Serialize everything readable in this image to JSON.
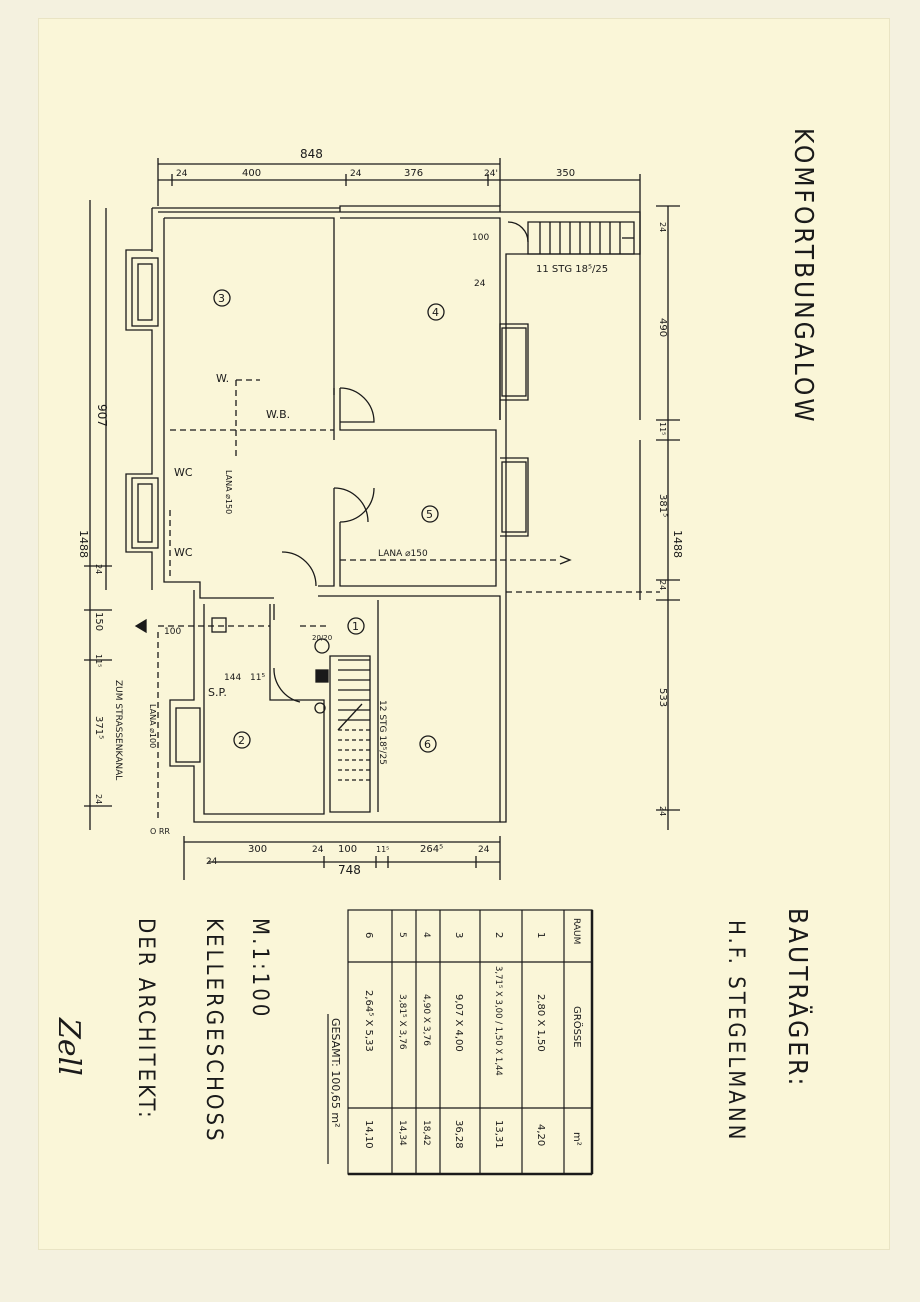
{
  "title": "KOMFORTBUNGALOW",
  "builder_label": "BAUTRÄGER:",
  "builder_name": "H.F. STEGELMANN",
  "scale": "M.1:100",
  "floor": "KELLERGESCHOSS",
  "architect_label": "DER ARCHITEKT:",
  "signature": "Zell",
  "plan": {
    "overall_width": "848",
    "overall_height_left": "1488",
    "overall_height_right": "1488",
    "dim_907": "907",
    "bottom_total": "748",
    "top_dims": [
      "24",
      "400",
      "24",
      "376",
      "24'",
      "350"
    ],
    "bottom_dims": [
      "24",
      "300",
      "24",
      "100",
      "11⁵",
      "264⁵",
      "24"
    ],
    "left_dims": [
      "24",
      "150",
      "11⁵",
      "371⁵",
      "24"
    ],
    "right_dims": [
      "24",
      "490",
      "11⁵",
      "381⁵",
      "24",
      "533",
      "24"
    ],
    "stair_upper": "11 STG 18⁵/25",
    "stair_lower": "12 STG 18⁵/25",
    "lana_upper": "LANA ⌀150",
    "lana_lower": "LANA ⌀150",
    "lana_left": "LANA ⌀100",
    "strassenkanal": "ZUM STRASSENKANAL",
    "wb": "W.B.",
    "w": "W.",
    "wc1": "WC",
    "wc2": "WC",
    "sp": "S.P.",
    "d100a": "100",
    "d100b": "100",
    "d24c": "24",
    "d144": "144",
    "d11": "11⁵",
    "dimsmall": "20/20",
    "rr": "O RR",
    "rooms": [
      "1",
      "2",
      "3",
      "4",
      "5",
      "6"
    ]
  },
  "table": {
    "headers": [
      "RAUM",
      "GRÖSSE",
      "m²"
    ],
    "rows": [
      {
        "raum": "1",
        "groesse": "2,80 X 1,50",
        "m2": "4,20"
      },
      {
        "raum": "2",
        "groesse": "3,71⁵ X 3,00 / 1,50 X 1,44",
        "m2": "13,31"
      },
      {
        "raum": "3",
        "groesse": "9,07 X 4,00",
        "m2": "36,28"
      },
      {
        "raum": "4",
        "groesse": "4,90 X 3,76",
        "m2": "18,42"
      },
      {
        "raum": "5",
        "groesse": "3,81⁵ X 3,76",
        "m2": "14,34"
      },
      {
        "raum": "6",
        "groesse": "2,64⁵ X 5,33",
        "m2": "14,10"
      }
    ],
    "total": "GESAMT: 100,65 m²"
  }
}
